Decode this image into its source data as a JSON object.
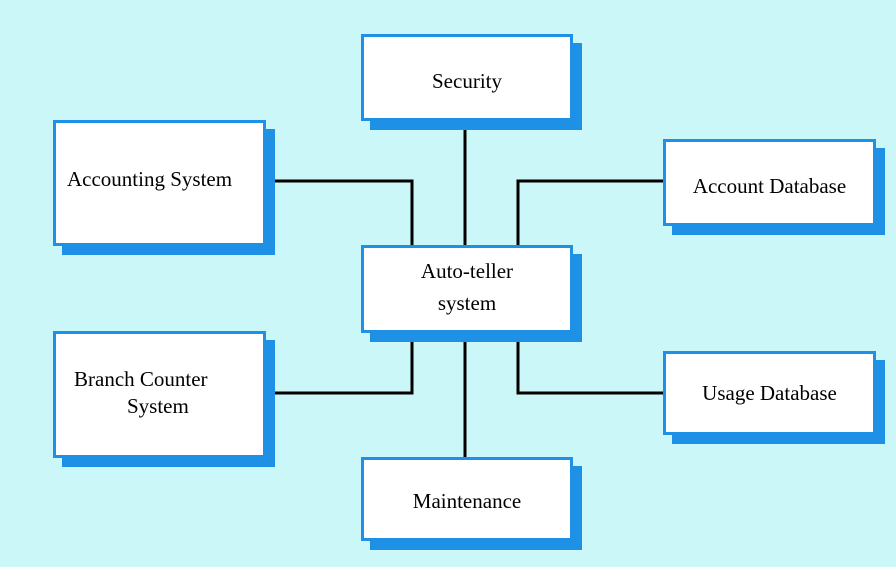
{
  "diagram": {
    "center": {
      "line1": "Auto-teller",
      "line2": "system"
    },
    "security": "Security",
    "accounting": "Accounting System",
    "account_db": "Account Database",
    "branch": {
      "line1": "Branch Counter",
      "line2": "System"
    },
    "usage_db": "Usage Database",
    "maintenance": "Maintenance"
  },
  "colors": {
    "background": "#ccf7f9",
    "box_border": "#1e90e6",
    "box_shadow": "#1e90e6",
    "connector": "#000000"
  }
}
